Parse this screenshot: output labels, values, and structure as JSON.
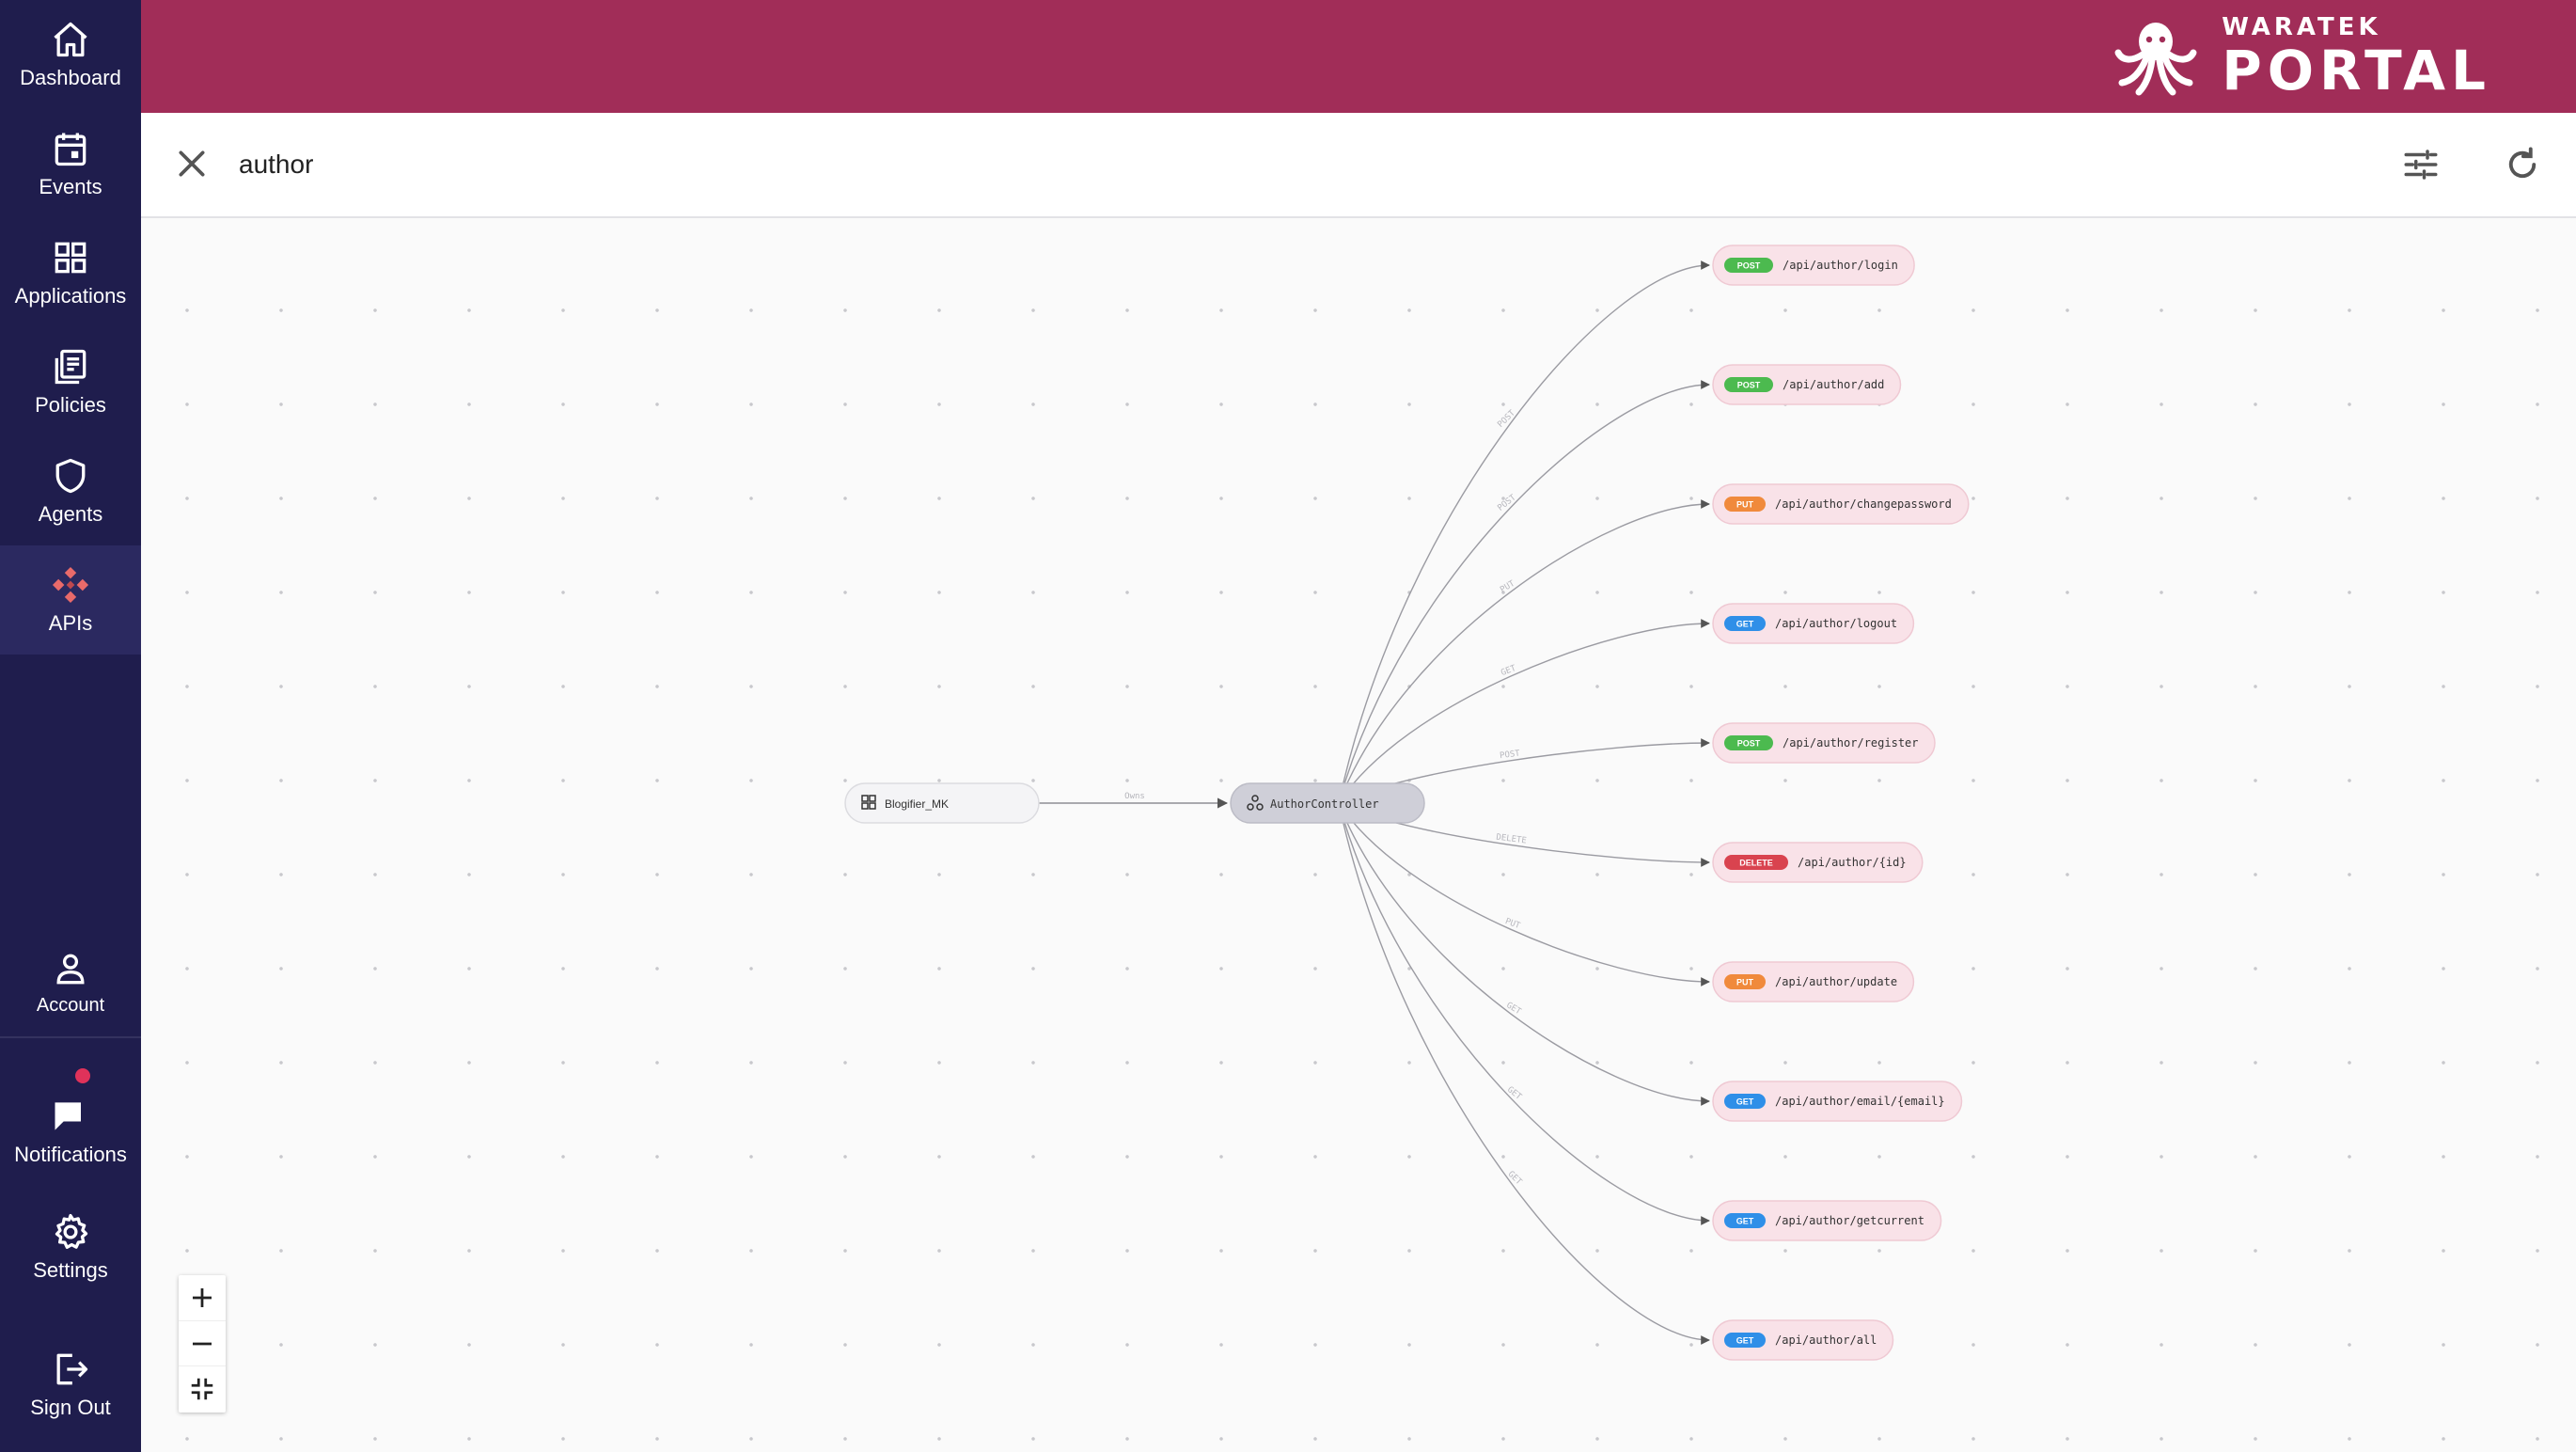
{
  "sidebar": {
    "items": [
      {
        "label": "Dashboard",
        "icon": "home-icon"
      },
      {
        "label": "Events",
        "icon": "calendar-icon"
      },
      {
        "label": "Applications",
        "icon": "grid-icon"
      },
      {
        "label": "Policies",
        "icon": "document-list-icon"
      },
      {
        "label": "Agents",
        "icon": "shield-icon"
      },
      {
        "label": "APIs",
        "icon": "api-diamond-icon",
        "active": true
      }
    ],
    "bottom_items": [
      {
        "label": "Account",
        "icon": "user-icon"
      },
      {
        "label": "Notifications",
        "icon": "chat-bubble-icon",
        "has_unread": true
      },
      {
        "label": "Settings",
        "icon": "gear-icon"
      },
      {
        "label": "Sign Out",
        "icon": "sign-out-icon"
      }
    ]
  },
  "header": {
    "brand_small": "WARATEK",
    "brand_big": "PORTAL",
    "brand_color": "#a12d58",
    "sidebar_color": "#1f1d4d"
  },
  "search": {
    "value": "author",
    "clear_icon": "close-icon",
    "filter_icon": "sliders-icon",
    "refresh_icon": "refresh-icon"
  },
  "graph": {
    "application": {
      "label": "Blogifier_MK"
    },
    "application_edge_label": "Owns",
    "controller": {
      "label": "AuthorController"
    },
    "endpoints": [
      {
        "method": "POST",
        "path": "/api/author/login"
      },
      {
        "method": "POST",
        "path": "/api/author/add"
      },
      {
        "method": "PUT",
        "path": "/api/author/changepassword"
      },
      {
        "method": "GET",
        "path": "/api/author/logout"
      },
      {
        "method": "POST",
        "path": "/api/author/register"
      },
      {
        "method": "DELETE",
        "path": "/api/author/{id}"
      },
      {
        "method": "PUT",
        "path": "/api/author/update"
      },
      {
        "method": "GET",
        "path": "/api/author/email/{email}"
      },
      {
        "method": "GET",
        "path": "/api/author/getcurrent"
      },
      {
        "method": "GET",
        "path": "/api/author/all"
      }
    ],
    "method_colors": {
      "POST": "#4cba4f",
      "PUT": "#f08a3c",
      "GET": "#2f8fe8",
      "DELETE": "#d9434f"
    }
  },
  "zoom": {
    "zoom_in_icon": "plus-icon",
    "zoom_out_icon": "minus-icon",
    "fit_icon": "fit-view-icon"
  }
}
